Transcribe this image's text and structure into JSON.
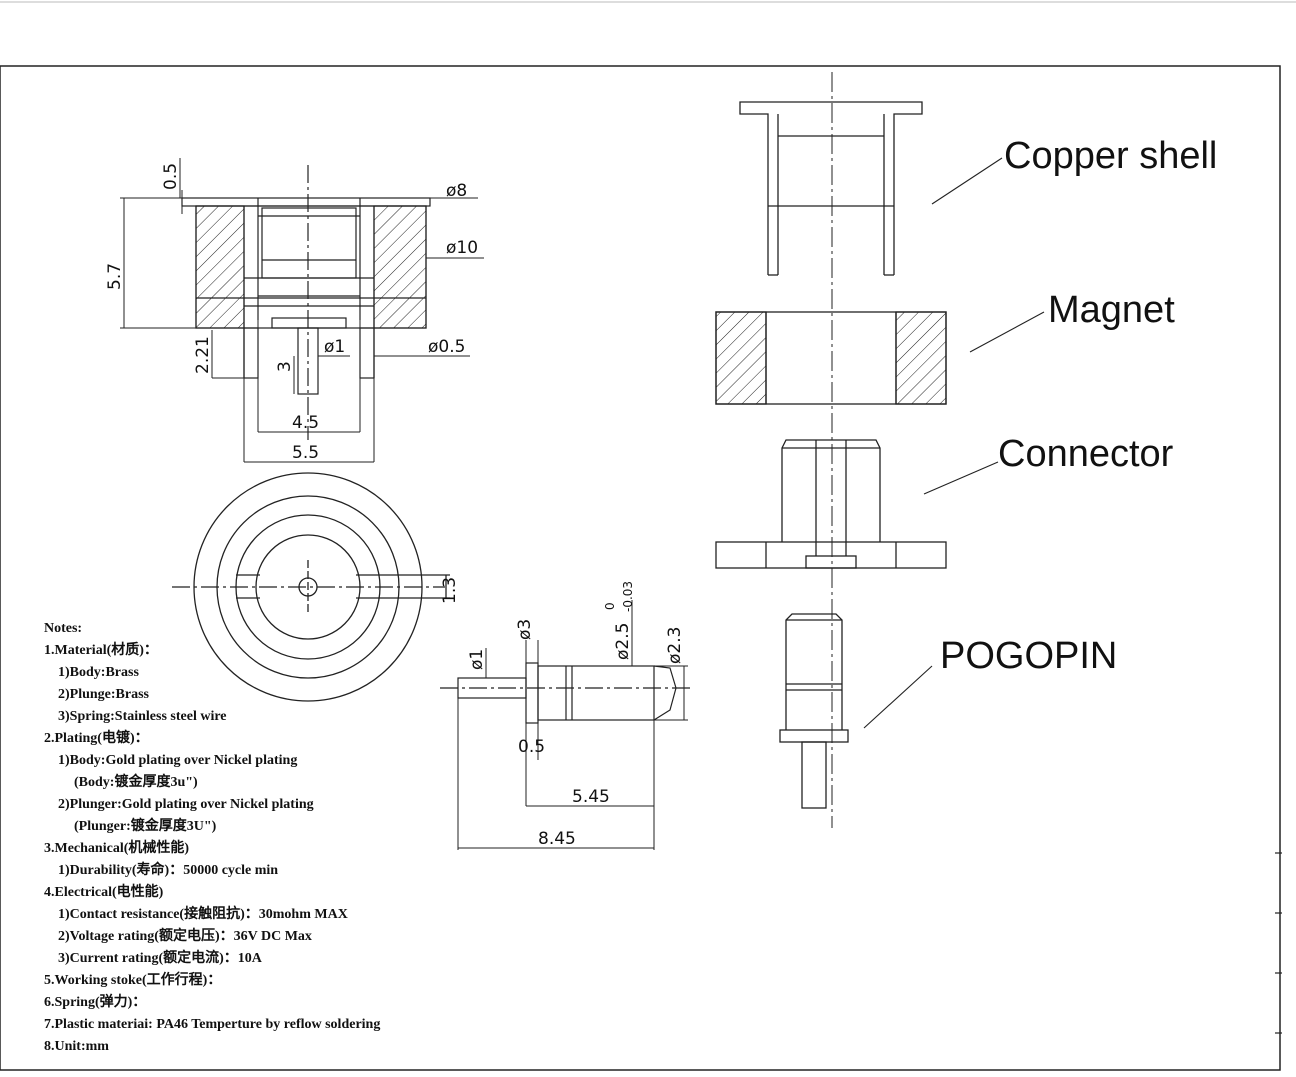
{
  "drawing": {
    "part_labels": {
      "copper_shell": "Copper shell",
      "magnet": "Magnet",
      "connector": "Connector",
      "pogopin": "POGOPIN"
    },
    "dimensions_assembly": {
      "d_top": "0.5",
      "d_dia8": "ø8",
      "d_dia10": "ø10",
      "d_height": "5.7",
      "d_pin_dia": "ø1",
      "d_dia05": "ø0.5",
      "d_221": "2.21",
      "d_3": "3",
      "d_45": "4.5",
      "d_55": "5.5",
      "d_13": "1.3"
    },
    "dimensions_pin": {
      "d_dia1": "ø1",
      "d_dia3": "ø3",
      "d_dia25": "ø2.5",
      "d_tol_up": "0",
      "d_tol_low": "-0.03",
      "d_dia23": "ø2.3",
      "d_05": "0.5",
      "d_545": "5.45",
      "d_845": "8.45"
    }
  },
  "notes": {
    "title": "Notes:",
    "lines": [
      "1.Material(材质)：",
      "1)Body:Brass",
      "2)Plunge:Brass",
      "3)Spring:Stainless steel wire",
      "2.Plating(电镀)：",
      "1)Body:Gold plating over Nickel plating",
      "(Body:镀金厚度3u\")",
      "2)Plunger:Gold plating over Nickel plating",
      "(Plunger:镀金厚度3U\")",
      "3.Mechanical(机械性能)",
      "1)Durability(寿命)：50000 cycle  min",
      "4.Electrical(电性能)",
      "1)Contact resistance(接触阻抗)：30mohm MAX",
      "2)Voltage rating(额定电压)：36V DC Max",
      "3)Current rating(额定电流)：10A",
      "5.Working stoke(工作行程)：",
      "6.Spring(弹力)：",
      "7.Plastic materiai: PA46  Temperture by reflow soldering",
      "8.Unit:mm"
    ]
  }
}
